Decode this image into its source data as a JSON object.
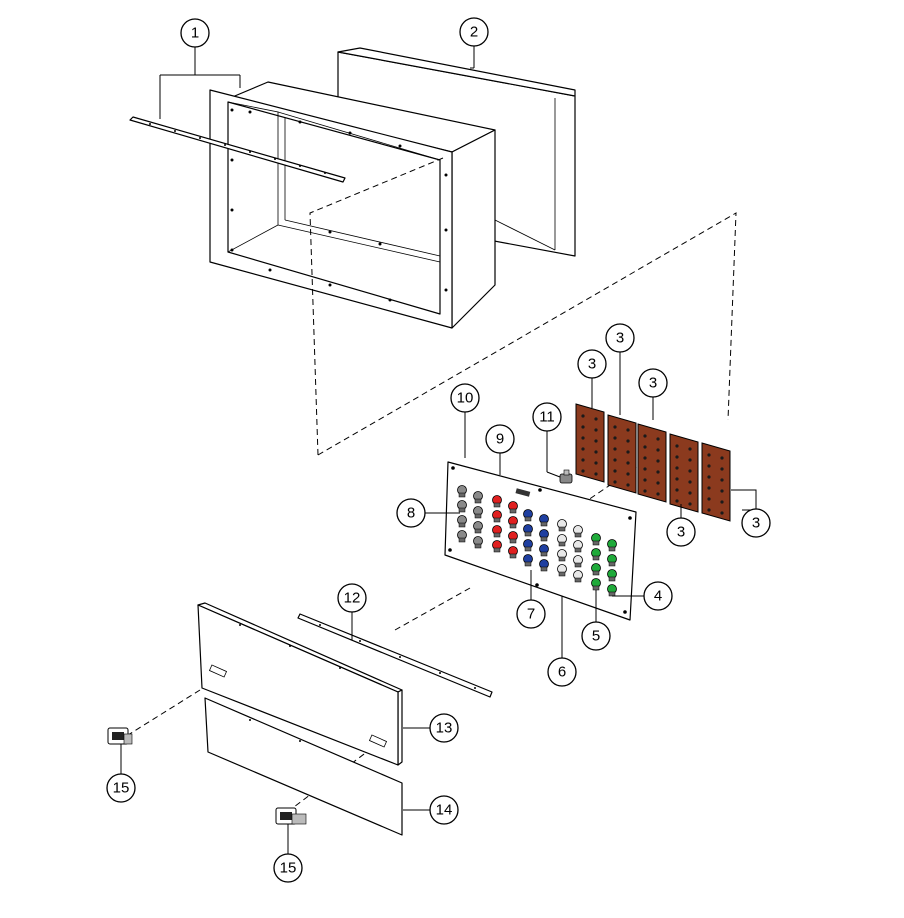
{
  "diagram": {
    "callouts": [
      {
        "id": "c1a",
        "label": "1"
      },
      {
        "id": "c2",
        "label": "2"
      },
      {
        "id": "c3a",
        "label": "3"
      },
      {
        "id": "c3b",
        "label": "3"
      },
      {
        "id": "c3c",
        "label": "3"
      },
      {
        "id": "c3d",
        "label": "3"
      },
      {
        "id": "c3e",
        "label": "3"
      },
      {
        "id": "c4",
        "label": "4"
      },
      {
        "id": "c5",
        "label": "5"
      },
      {
        "id": "c6",
        "label": "6"
      },
      {
        "id": "c7",
        "label": "7"
      },
      {
        "id": "c8",
        "label": "8"
      },
      {
        "id": "c9",
        "label": "9"
      },
      {
        "id": "c10",
        "label": "10"
      },
      {
        "id": "c11",
        "label": "11"
      },
      {
        "id": "c12",
        "label": "12"
      },
      {
        "id": "c13",
        "label": "13"
      },
      {
        "id": "c14",
        "label": "14"
      },
      {
        "id": "c15a",
        "label": "15"
      },
      {
        "id": "c15b",
        "label": "15"
      }
    ],
    "colors": {
      "plate_copper": "#8B3A1E",
      "connector_gray": "#8a8a8a",
      "connector_red": "#e02020",
      "connector_blue": "#1f3fa0",
      "connector_white": "#e8e8e8",
      "connector_green": "#1faa3a"
    }
  }
}
